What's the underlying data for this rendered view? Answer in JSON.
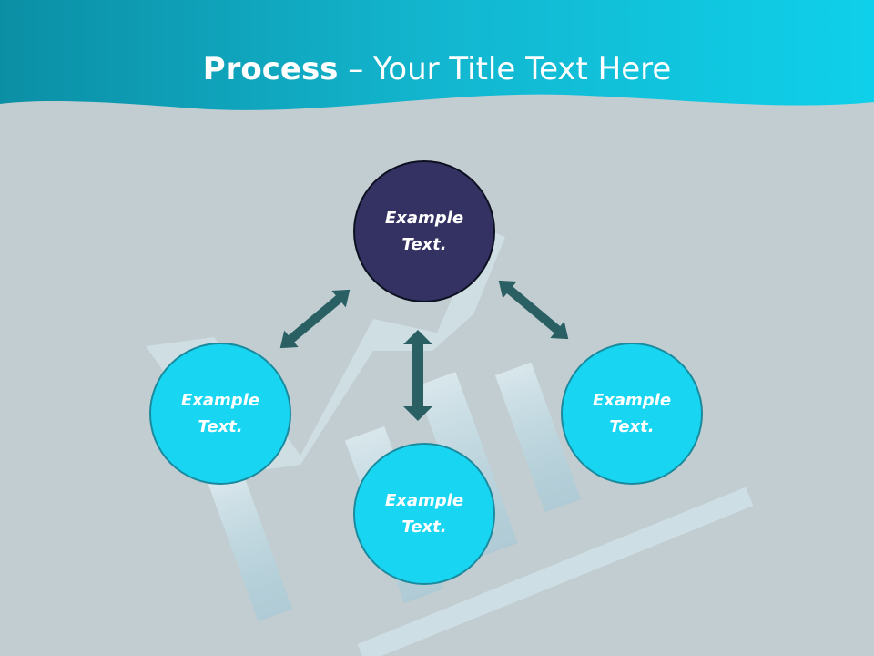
{
  "slide": {
    "title_bold": "Process",
    "title_rest": " – Your Title Text Here"
  },
  "diagram": {
    "top": "Example\nText.",
    "left": "Example\nText.",
    "right": "Example\nText.",
    "bottom": "Example\nText."
  },
  "colors": {
    "header": "#0fb3cc",
    "background": "#c2cdd1",
    "top_circle": "#343263",
    "side_circle": "#18d6f2",
    "arrow": "#2a5f63"
  }
}
